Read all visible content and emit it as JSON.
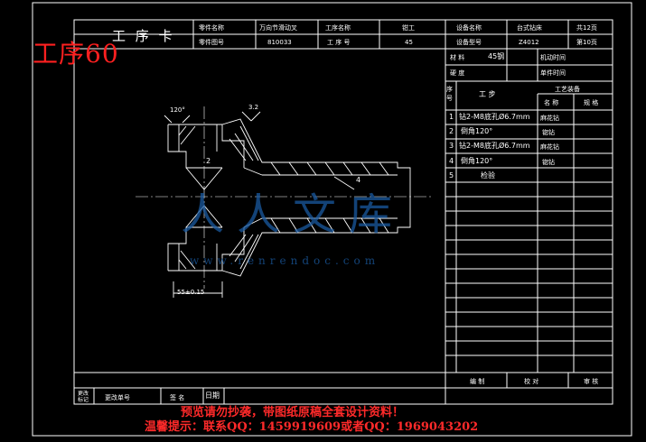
{
  "title_block": {
    "card_title": "工 序 卡",
    "part_name_label": "零件名称",
    "part_name": "万向节滑动叉",
    "process_name_label": "工序名称",
    "process_name": "钳工",
    "equipment_name_label": "设备名称",
    "equipment_name": "台式钻床",
    "total_pages": "共12页",
    "part_no_label": "零件图号",
    "part_no": "810033",
    "process_no_label": "工 序 号",
    "process_no": "45",
    "equipment_model_label": "设备型号",
    "equipment_model": "Z4012",
    "page_no": "第10页"
  },
  "overlay_title": "工序60",
  "material": {
    "material_label": "材 料",
    "material_value": "45钢",
    "hardness_label": "硬 度",
    "machine_time_label": "机动时间",
    "unit_time_label": "单件时间"
  },
  "steps_table": {
    "seq_label": "序号",
    "step_label": "工 步",
    "equipment_label": "工艺装备",
    "name_label": "名 称",
    "spec_label": "规 格",
    "rows": [
      {
        "no": "1",
        "step": "钻2-M8底孔Ø6.7mm",
        "tool": "麻花钻"
      },
      {
        "no": "2",
        "step": "倒角120°",
        "tool": "锪钻"
      },
      {
        "no": "3",
        "step": "钻2-M8底孔Ø6.7mm",
        "tool": "麻花钻"
      },
      {
        "no": "4",
        "step": "倒角120°",
        "tool": "锪钻"
      },
      {
        "no": "5",
        "step": "检验",
        "tool": ""
      }
    ]
  },
  "drawing": {
    "angle_label": "120°",
    "roughness_label": "3.2",
    "dim_label": "2",
    "dim_small": "4",
    "bottom_dim": "55±0.15"
  },
  "bottom_block": {
    "mark_label": "更改标记",
    "change_doc_label": "更改单号",
    "sign_label": "签 名",
    "date_label": "日期",
    "compile_label": "编 制",
    "check_label": "校 对",
    "approve_label": "审 核"
  },
  "watermark": {
    "cn": "人人文库",
    "url": "www.renrendoc.com"
  },
  "warning": {
    "line1": "预览请勿抄袭，带图纸原稿全套设计资料！",
    "line2": "温馨提示：联系QQ：1459919609或者QQ：1969043202"
  },
  "colors": {
    "background": "#000000",
    "line": "#ffffff",
    "warning": "#ff2a2a",
    "watermark": "#1a5aa0"
  }
}
